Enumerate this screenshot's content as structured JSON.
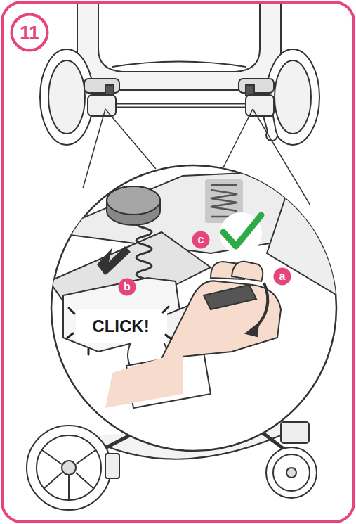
{
  "diagram": {
    "nodes": [
      {
        "text": [
          "11"
        ]
      },
      {
        "text": [
          "c"
        ]
      },
      {
        "text": [
          "a"
        ]
      },
      {
        "text": [
          "b"
        ]
      }
    ],
    "labels": [
      "CLICK!"
    ]
  }
}
